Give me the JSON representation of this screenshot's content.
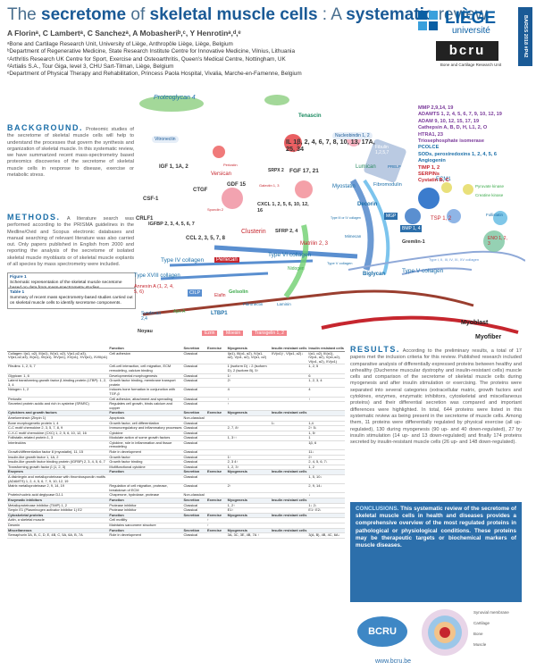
{
  "header": {
    "title_parts": [
      "The ",
      "secretome",
      " of ",
      "skeletal muscle cells",
      " : A ",
      "systematic",
      " review"
    ],
    "authors": "A Florinᵃ, C Lambertᵃ, C Sanchezᵃ, A Mobasheriᵇ,ᶜ, Y Henrotinᵃ,ᵈ,ᵉ",
    "affiliations": [
      "ᵃBone and Cartilage Research Unit, University of Liège, Anthropôle Liège, Liège, Belgium",
      "ᵇDepartment of Regenerative Medicine, State Research Institute Centre for Innovative Medicine, Vilnius, Lithuania",
      "ᶜArthritis Research UK Centre for Sport, Exercise and Osteoarthritis, Queen's Medical Centre, Nottingham, UK",
      "ᵈArtialis S.A., Tour Giga, level 3, CHU Sart-Tilman, Liège, Belgium",
      "ᵉDepartment of Physical Therapy and Rehabilitation, Princess Paola Hospital, Vivalia, Marche-en-Famenne, Belgium"
    ],
    "badge": "BARSS 2018 #P42",
    "liege_line1": "LIÈGE",
    "liege_line2": "université",
    "bcru_logo": "bcru",
    "bcru_sub": "Bone and Cartilage Research Unit"
  },
  "background": {
    "heading": "BACKGROUND.",
    "text": "Proteomic studies of the secretome of skeletal muscle cells will help to understand the processes that govern the synthesis and organization of skeletal muscle. In this systematic review, we have summarized recent mass-spectrometry based proteomics discoveries of the secretome of skeletal muscle cells in response to disease, exercise or metabolic stress."
  },
  "methods": {
    "heading": "METHODS.",
    "text": "A literature search was performed according to the PRISMA guidelines in the Medline/Ovid and Scopus electronic databases and manual searching of relevant literature was also carried out. Only papers published in English from 2000 and reporting the analysis of the secretome of isolated skeletal muscle myoblasts or of skeletal muscle explants of all species by mass spectrometry were included."
  },
  "figure1": {
    "title": "Figure 1",
    "text": "Schematic representation of the skeletal muscle secretome based on data from mass-spectrometry studies."
  },
  "table1": {
    "title": "Table 1",
    "text": "Summary of recent mass spectrometry-based studies carried out on skeletal muscle cells to identify secretome components."
  },
  "diagram": {
    "labels": {
      "tenascin": "Tenascin",
      "proteoglycan": "Proteoglycan 4",
      "nucleobindin": "Nucleobindin 1, 2",
      "fibulin": "Fibulin 1,2,5,7",
      "vitronectin": "Vitronectin",
      "versican": "Versican",
      "il": "IL 1β, 2, 4, 6, 7, 8, 10, 13, 17A, 25, 34",
      "periostin": "Periostin",
      "igf1": "IGF 1, 1A, 2",
      "ctgf": "CTGF",
      "gdf15": "GDF 15",
      "srpx2": "SRPX 2",
      "fgf": "FGF 17, 21",
      "galectin": "Galectin 1, 3",
      "lumican": "Lumican",
      "prelp": "PRELP",
      "csf1": "CSF-1",
      "spondin": "Spondin 2",
      "cxcl": "CXCL 1, 2, 5, 6, 10, 12, 16",
      "myostatin": "Myostatin",
      "fibromodulin": "Fibromodulin",
      "crlf1": "CRLF1",
      "collagen1": "Type III or IV collagen",
      "decorin": "Decorin",
      "igfbp": "IGFBP 2, 3, 4, 5, 6, 7",
      "ccl": "CCL 2, 3, 5, 7, 8",
      "clusterin": "Clusterin",
      "sfrp": "SFRP 2, 4",
      "matrilin": "Matrilin 2, 3",
      "collagen2": "Type V collagen",
      "mimecan": "Mimecan",
      "collagen6": "Type VI collagen",
      "collagen4": "Type IV collagen",
      "perlecan": "Perlecan",
      "collagen18": "Type XVIII collagen",
      "biglycan": "Biglycan",
      "collagen5": "Type V collagen",
      "annexin": "Annexin A (1, 2, 4, 5, 6)",
      "cilp": "CILP",
      "elafin": "Elafin",
      "gelsolin": "Gelsolin",
      "syndecan": "Syndecan 2,4",
      "apo": "Apo A",
      "ltbp": "LTBP1",
      "fibronectin": "Fibronectin",
      "laminin": "Laminin",
      "nidogen": "Nidogen",
      "noyau": "Noyau",
      "ezrin": "Ezrin",
      "moesin": "Moesin",
      "transgelin": "Transgelin 1, 2",
      "myoblast": "Myoblast",
      "myofiber": "Myofiber",
      "mgp": "MGP",
      "bmp": "BMP 1, 4",
      "gremlin": "Gremlin-1",
      "tsp": "TSP 1, 2",
      "ecm1": "ECM1",
      "pyruvate": "Pyruvate kinase",
      "creatine": "Creatine kinase",
      "follistatin": "Follistatin",
      "eno": "ENO 1, 2, 3",
      "type1": "Type I, II, III, IV, XI, XV collagen"
    },
    "right_list": [
      "MMP 2,9,14, 19",
      "ADAMTS 1, 2, 4, 5, 6, 7, 9, 10, 12, 19",
      "ADAM 9, 10, 12, 15, 17, 19",
      "Cathepsin A, B, D, H, L1, 2, O",
      "HTRA1, 23",
      "Triosephosphate isomerase",
      "PCOLCE",
      "SODs, peroxiredoxins 1, 2, 4, 5, 6",
      "Angiogenin",
      "TIMP 1, 2",
      "SERPINs",
      "Cystatin B, C"
    ]
  },
  "results": {
    "heading": "RESULTS.",
    "text": "According to the preliminary results, a total of 17 papers met the inclusion criteria for this review. Published research included comparative analysis of differentially expressed proteins between healthy and unhealthy (Duchenne muscular dystrophy and insulin-resistant cells) muscle cells and comparison of the secretome of skeletal muscle cells during myogenesis and after insulin stimulation or exercising. The proteins were separated into several categories (extracellular matrix, growth factors and cytokines, enzymes, enzymatic inhibitors, cytoskeletal and miscellaneous proteins) and their differential secretion was compared and important differences were highlighted. In total, 644 proteins were listed in this systematic review as being present in the secretome of muscle cells. Among them, 11 proteins were differentially regulated by physical exercise (all up-regulated), 130 during myogenesis (90 up- and 40 down-regulated), 27 by insulin stimulation (14 up- and 13 down-regulated) and finally 174 proteins secreted by insulin-resistant muscle cells (26 up- and 148 down-regulated)."
  },
  "conclusions": {
    "heading": "CONCLUSIONS.",
    "text": "This systematic review of the secretome of skeletal muscle cells in health and diseases provides a comprehensive overview of the most regulated proteins in pathological or physiological conditions. These proteins may be therapeutic targets or biochemical markers of muscle diseases."
  },
  "table": {
    "columns": [
      "",
      "Function",
      "Secretion",
      "Exercise",
      "Myogenesis",
      "Insulin resistant cells",
      "Insulin resistant cells"
    ],
    "rows": [
      {
        "cat": false,
        "cells": [
          "Collagen: I(α1, α2), III(α1), IV(α1, α2), V(α1,α2,α3), VI(α1,α2,α3), XI(α1), XII(α1), XIV(α1), XV(α1), XVI(α1), XVIII(α1)",
          "Cell adhesion",
          "Classical",
          "",
          "I(α1), III(α1, α2), IV(α1, α2), V(α1, α2), VI(α1, α2)",
          "XV(α1)↑, VI(α1, α2)↓",
          "I(α1, α2), III(α1), IV(α1, α2), V(α1,α2), VI(α1, α2), XV(α1)"
        ]
      },
      {
        "cat": false,
        "cells": [
          "Fibulins: 1, 2, 5, 7",
          "Cell-cell interaction, cell migration, ECM remodeling, calcium binding",
          "Classical",
          "",
          "1 (isoform D) ↓ 2 (isoform D), 2 (isoform B), 5↑",
          "",
          "1, 2, 5"
        ]
      },
      {
        "cat": false,
        "cells": [
          "Glypican: 1, 6",
          "Developmental morphogenesis",
          "Classical",
          "",
          "1↑",
          "",
          "6"
        ]
      },
      {
        "cat": false,
        "cells": [
          "Latent transforming growth factor β-binding protein (LTBP): 1, 2, 3, 4",
          "Growth factor binding, membrane transport protein",
          "Classical",
          "",
          "2↑",
          "",
          "1, 2, 3, 4"
        ]
      },
      {
        "cat": false,
        "cells": [
          "Nidogen: 1, 2",
          "Induces bone formation in conjunction with TGF-β",
          "Classical",
          "",
          "4",
          "",
          "4"
        ]
      },
      {
        "cat": false,
        "cells": [
          "Periostin",
          "Cell adhesion, attachment and spreading",
          "Classical",
          "",
          "↑",
          "",
          "↑"
        ]
      },
      {
        "cat": false,
        "cells": [
          "Secreted protein acidic and rich in cysteine (SPARC)",
          "Regulates cell growth, binds calcium and copper",
          "Classical",
          "",
          "↑",
          "",
          ""
        ]
      },
      {
        "cat": true,
        "cells": [
          "Cytokines and growth factors",
          "Function",
          "Secretion",
          "Exercise",
          "Myogenesis",
          "Insulin resistant cells",
          ""
        ]
      },
      {
        "cat": false,
        "cells": [
          "Ameloreninsin (Zinpin 1)",
          "Apoptosis",
          "Non-classical",
          "",
          "",
          "",
          ""
        ]
      },
      {
        "cat": false,
        "cells": [
          "Bone morphogenetic protein 1, 4",
          "Growth factor, cell differentiation",
          "Classical",
          "",
          "",
          "1↓",
          "1,4"
        ]
      },
      {
        "cat": false,
        "cells": [
          "C-C motif chemokine 2, 3, 5, 7, 8, 9",
          "Immunoregulatory and inflammatory processes",
          "Classical",
          "",
          "2, 7, 8↑",
          "",
          "2↑ 5↓"
        ]
      },
      {
        "cat": false,
        "cells": [
          "C-X-C motif chemokine (CXC) 1, 2, 5, 6, 10, 12, 16",
          "Cytokine",
          "Classical",
          "",
          "",
          "",
          "1, 5↑"
        ]
      },
      {
        "cat": false,
        "cells": [
          "Follistatin-related protein 1, 3",
          "Modulate action of some growth factors",
          "Classical",
          "",
          "1, 3↑↑",
          "",
          "1"
        ]
      },
      {
        "cat": false,
        "cells": [
          "Interleukins",
          "Cytokine, role in inflammation and tissue remodeling",
          "Classical",
          "",
          "",
          "",
          "1β, 6"
        ]
      },
      {
        "cat": false,
        "cells": [
          "Growth/differentiation factor 8 (myostatin), 11, 15",
          "Role in development",
          "Classical",
          "",
          "",
          "",
          "11↓"
        ]
      },
      {
        "cat": false,
        "cells": [
          "Insulin-like growth factor 1, 1A, 2",
          "Growth factor",
          "Classical",
          "",
          "1↑",
          "",
          "2↑"
        ]
      },
      {
        "cat": false,
        "cells": [
          "Insulin-like growth factor binding protein (IGFBP) 2, 3, 4, 5, 6, 7",
          "Growth factor binding",
          "Classical",
          "",
          "2, 3 4↑",
          "",
          "2, 4, 5, 6, 7↓"
        ]
      },
      {
        "cat": false,
        "cells": [
          "Transforming growth factor β (1, 2, 3)",
          "Multifunctional cytokine",
          "Classical",
          "",
          "1, 2, 3↑",
          "",
          "1, 2"
        ]
      },
      {
        "cat": true,
        "cells": [
          "Enzymes",
          "Function",
          "Secretion",
          "Exercise",
          "Myogenesis",
          "Insulin resistant cells",
          ""
        ]
      },
      {
        "cat": false,
        "cells": [
          "A disintegrin and metalloproteinase with thrombospondin motifs (ADAMTS) 1, 2, 4, 5, 6, 7, 9, 10, 12, 19",
          "",
          "Classical",
          "",
          "",
          "",
          "1, 5, 10↓"
        ]
      },
      {
        "cat": false,
        "cells": [
          "Matrix metalloproteinase 2, 9, 14, 19",
          "Regulation of cell migration, protease, breakdown of ECM",
          "Classical",
          "",
          "2↑",
          "",
          "2, 9, 14↓"
        ]
      },
      {
        "cat": false,
        "cells": [
          "Protein/nucleic acid deglycase DJ-1",
          "Chaperone, hydrolase, protease",
          "Non-classical",
          "",
          "",
          "",
          "↓"
        ]
      },
      {
        "cat": true,
        "cells": [
          "Enzymatic inhibitors",
          "Function",
          "Secretion",
          "Exercise",
          "Myogenesis",
          "Insulin resistant cells",
          ""
        ]
      },
      {
        "cat": false,
        "cells": [
          "Metalloproteinase inhibitor (TIMP) 1, 2",
          "Protease inhibitor",
          "Classical",
          "",
          "1, 2↑",
          "",
          "1↓ 2↓"
        ]
      },
      {
        "cat": false,
        "cells": [
          "Serpin E1 (Plasminogen activator inhibitor 1) E2",
          "Protease inhibitor",
          "Classical",
          "",
          "E1↑",
          "",
          "E1↑ E2↓"
        ]
      },
      {
        "cat": true,
        "cells": [
          "Cytoskeletal proteins",
          "Function",
          "Secretion",
          "Exercise",
          "Myogenesis",
          "Insulin resistant cells",
          ""
        ]
      },
      {
        "cat": false,
        "cells": [
          "Actin, α skeletal muscle",
          "Cell motility",
          "",
          "↑",
          "",
          "",
          ""
        ]
      },
      {
        "cat": false,
        "cells": [
          "Desmin",
          "Maintains sarcomere structure",
          "",
          "↑",
          "",
          "",
          ""
        ]
      },
      {
        "cat": true,
        "cells": [
          "Miscellaneous",
          "Function",
          "Secretion",
          "Exercise",
          "Myogenesis",
          "Insulin resistant cells",
          ""
        ]
      },
      {
        "cat": false,
        "cells": [
          "Semaphorin 3A, B, C, D, E, 4B, C, 5A, 6A, B, 7A",
          "Role in development",
          "Classical",
          "",
          "3A, 3C, 3E, 4B, 7A ↑",
          "",
          "3(A, B), 4B, 4C, 6A↓"
        ]
      }
    ]
  },
  "footer": {
    "bcru": "BCRU",
    "website": "www.bcru.be",
    "legend": [
      "Synovial membrane",
      "Cartilage",
      "Bone",
      "Muscle"
    ]
  },
  "colors": {
    "primary": "#1a5a96",
    "accent": "#2c6fab",
    "muscle": "#c6262e",
    "growth_green": "#3caa4b",
    "collagen_blue": "#5a8fd0"
  }
}
